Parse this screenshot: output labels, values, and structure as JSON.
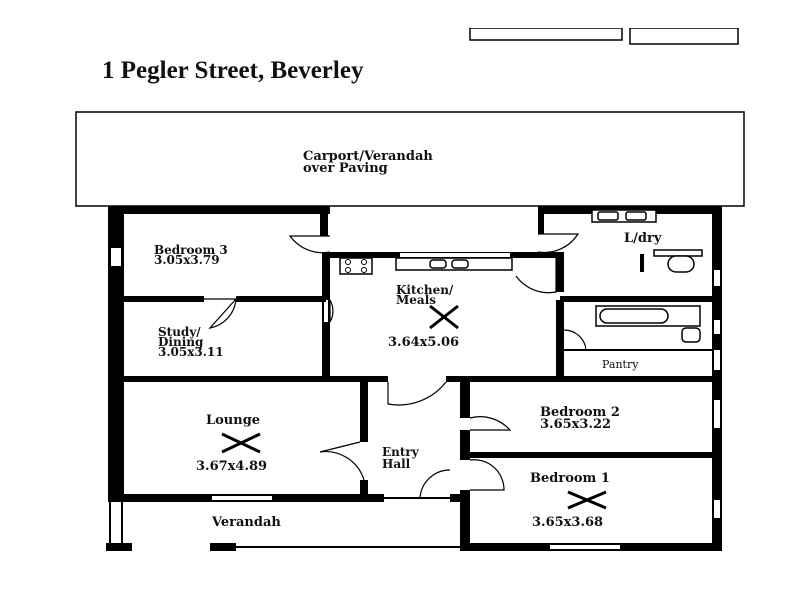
{
  "title": "1 Pegler Street, Beverley",
  "rooms": {
    "carport": {
      "line1": "Carport/Verandah",
      "line2": "over Paving"
    },
    "bedroom3": {
      "name": "Bedroom 3",
      "size": "3.05x3.79"
    },
    "laundry": {
      "name": "L/dry"
    },
    "kitchen": {
      "line1": "Kitchen/",
      "line2": "Meals",
      "size": "3.64x5.06"
    },
    "study": {
      "line1": "Study/",
      "line2": "Dining",
      "size": "3.05x3.11"
    },
    "pantry": {
      "name": "Pantry"
    },
    "bedroom2": {
      "name": "Bedroom 2",
      "size": "3.65x3.22"
    },
    "lounge": {
      "name": "Lounge",
      "size": "3.67x4.89"
    },
    "entry": {
      "line1": "Entry",
      "line2": "Hall"
    },
    "bedroom1": {
      "name": "Bedroom 1",
      "size": "3.65x3.68"
    },
    "verandah": {
      "name": "Verandah"
    }
  },
  "icons": [
    "ceiling-fan-icon",
    "door-swing-icon",
    "toilet-icon",
    "bathtub-icon",
    "cooktop-icon",
    "sink-icon",
    "wash-trough-icon"
  ]
}
